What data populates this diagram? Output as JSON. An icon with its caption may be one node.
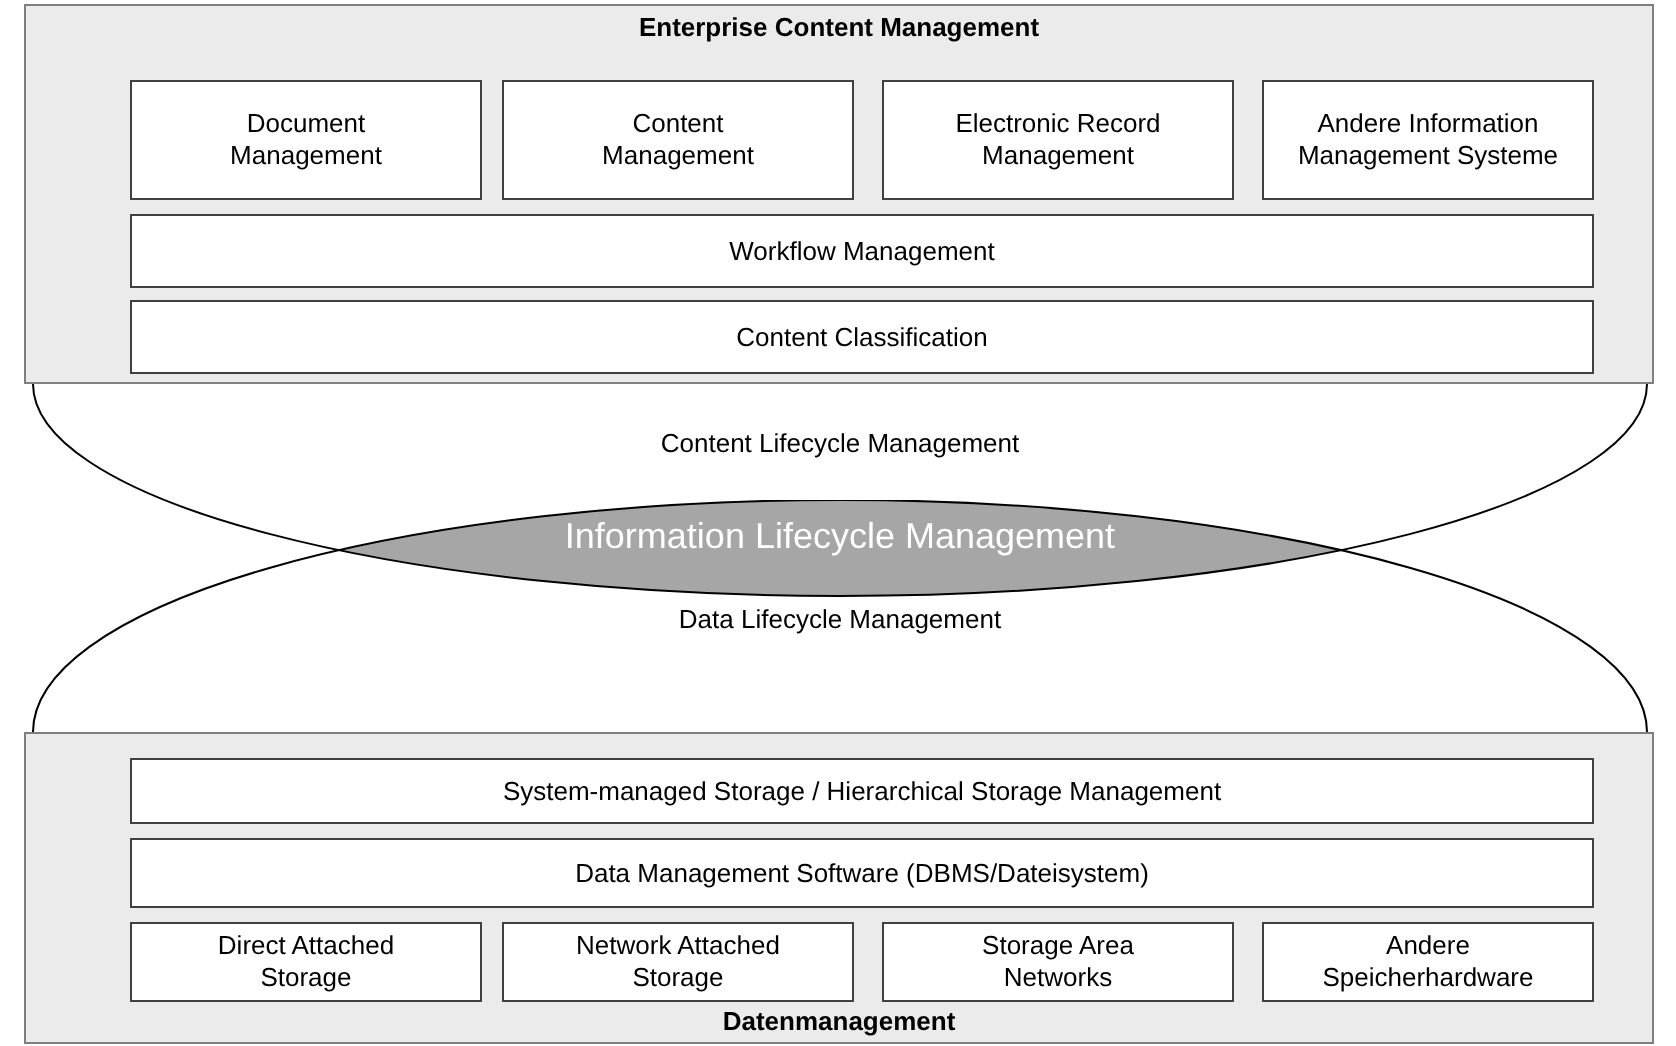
{
  "diagram": {
    "nodes": [
      {
        "text": [
          "Enterprise Content Management"
        ]
      },
      {
        "text": [
          "Document Management"
        ],
        "in": 0
      },
      {
        "text": [
          "Content Management"
        ],
        "in": 0
      },
      {
        "text": [
          "Electronic Record Management"
        ],
        "in": 0
      },
      {
        "text": [
          "Andere Information Management Systeme"
        ],
        "in": 0
      },
      {
        "text": [
          "Workflow Management"
        ],
        "in": 0
      },
      {
        "text": [
          "Content Classification"
        ],
        "in": 0
      },
      {
        "text": [
          "Content Lifecycle Management"
        ]
      },
      {
        "text": [
          "Information Lifecycle Management"
        ]
      },
      {
        "text": [
          "Data Lifecycle Management"
        ]
      },
      {
        "text": [
          "Datenmanagement"
        ]
      },
      {
        "text": [
          "System-managed Storage / Hierarchical Storage Management"
        ],
        "in": 10
      },
      {
        "text": [
          "Data Management Software (DBMS/Dateisystem)"
        ],
        "in": 10
      },
      {
        "text": [
          "Direct Attached Storage"
        ],
        "in": 10
      },
      {
        "text": [
          "Network Attached Storage"
        ],
        "in": 10
      },
      {
        "text": [
          "Storage Area Networks"
        ],
        "in": 10
      },
      {
        "text": [
          "Andere Speicherhardware"
        ],
        "in": 10
      }
    ]
  }
}
